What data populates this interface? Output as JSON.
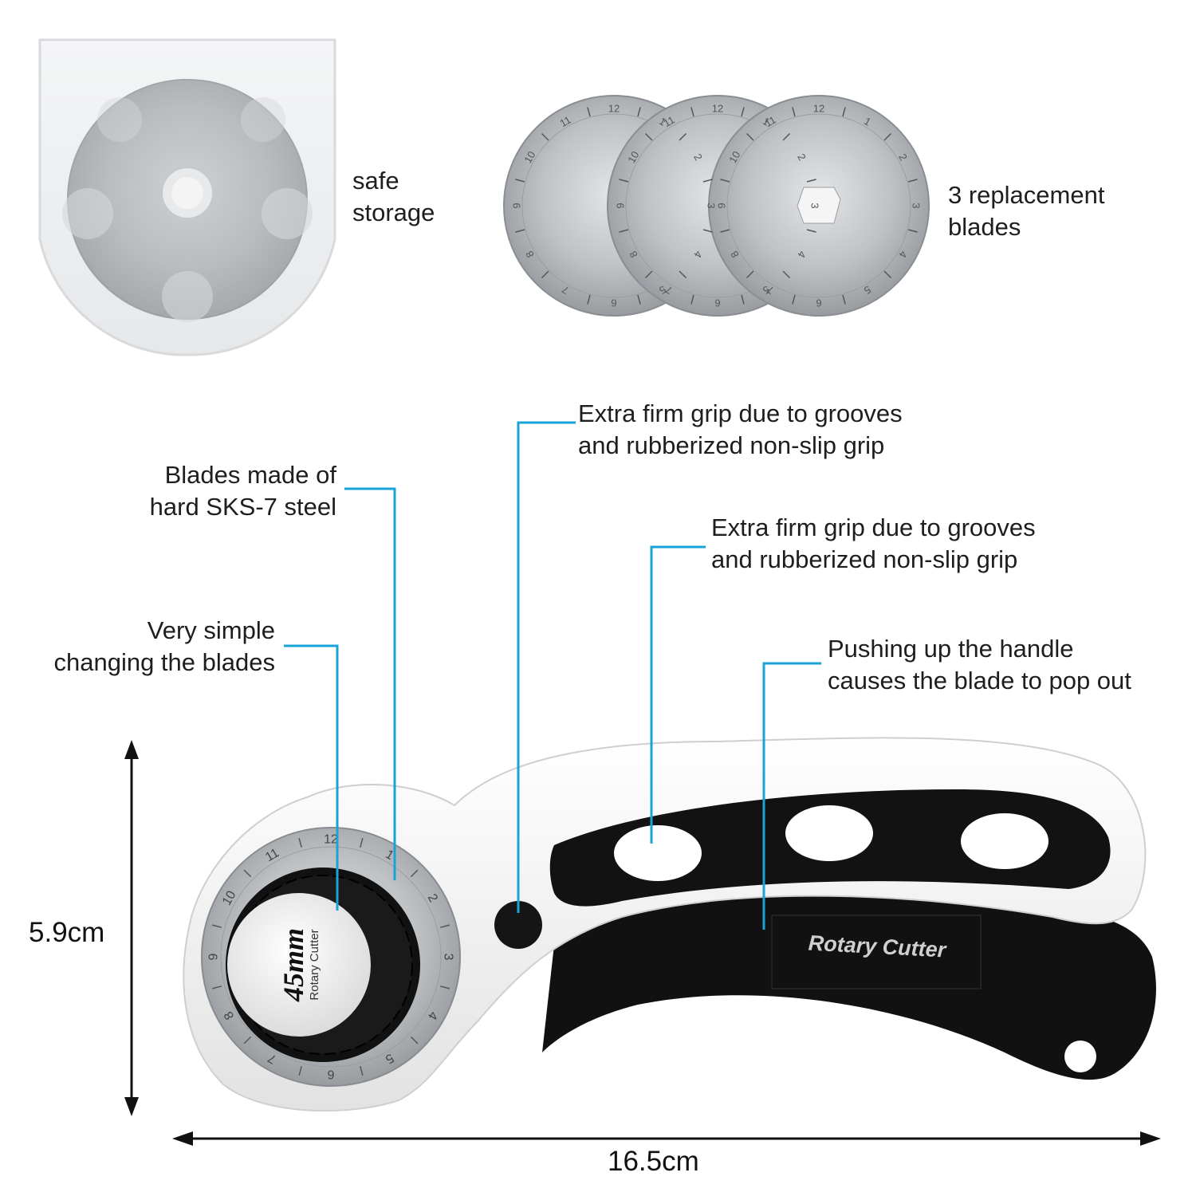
{
  "captions": {
    "safe_storage": [
      "safe",
      "storage"
    ],
    "replacement_blades": [
      "3 replacement",
      "blades"
    ],
    "grip_top": [
      "Extra firm grip due to grooves",
      "and rubberized non-slip grip"
    ],
    "grip_middle": [
      "Extra firm grip due to grooves",
      "and rubberized non-slip grip"
    ],
    "blade_steel": [
      "Blades made of",
      "hard SKS-7 steel"
    ],
    "simple_change": [
      "Very simple",
      "changing the blades"
    ],
    "pop_out": [
      "Pushing up the handle",
      "causes the blade to pop out"
    ]
  },
  "dimensions": {
    "height": "5.9cm",
    "width": "16.5cm"
  },
  "product": {
    "hub_size": "45mm",
    "hub_text": "Rotary Cutter",
    "handle_label": "Rotary Cutter"
  },
  "colors": {
    "callout_line": "#1aa3d6",
    "handle_black": "#111111",
    "handle_white": "#f4f4f4",
    "blade_steel": "#b9bcbf"
  },
  "blade_numbers": [
    "1",
    "2",
    "3",
    "4",
    "5",
    "6",
    "7",
    "8",
    "9",
    "10",
    "11",
    "12"
  ]
}
